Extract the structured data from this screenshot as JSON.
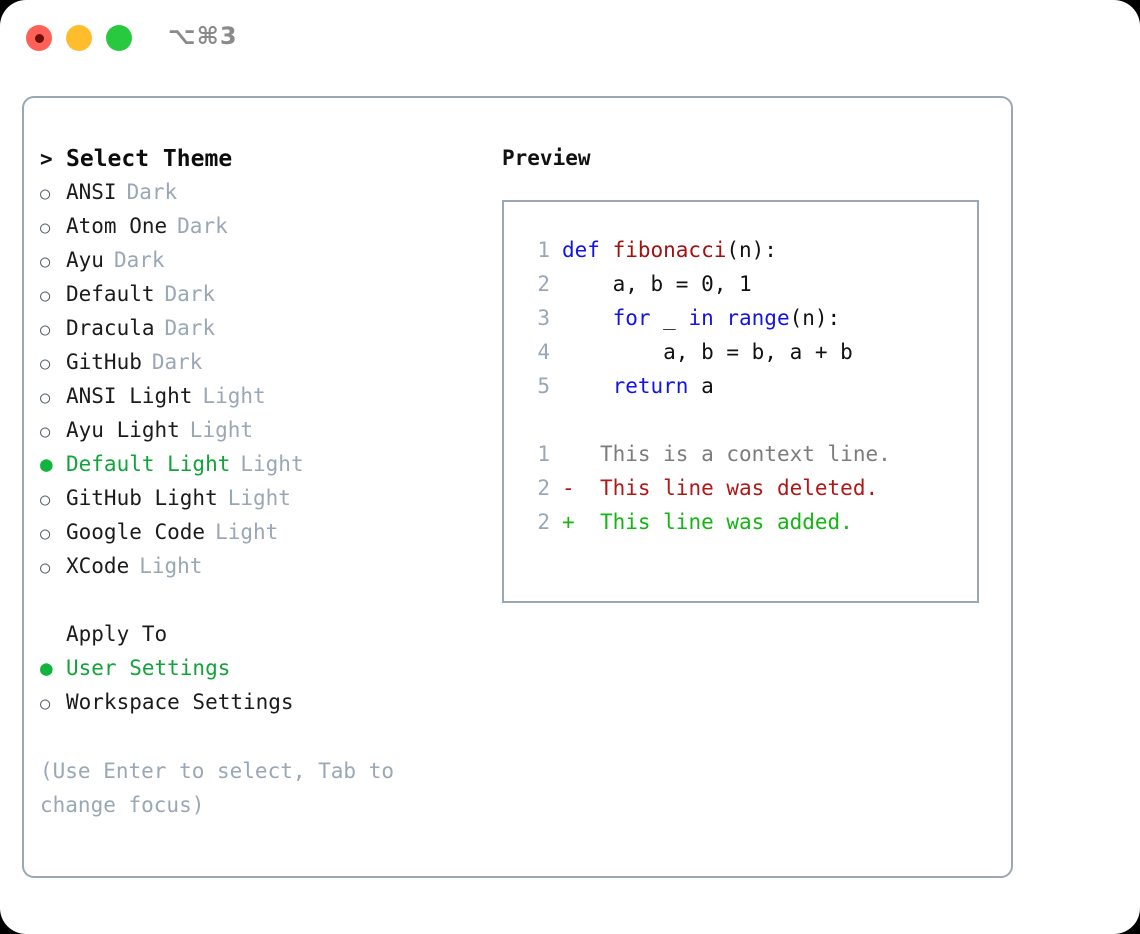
{
  "titlebar": {
    "shortcut": "⌥⌘3",
    "buttons": [
      {
        "name": "close",
        "color": "#ff6058"
      },
      {
        "name": "minimize",
        "color": "#ffbd2e"
      },
      {
        "name": "maximize",
        "color": "#28c93f"
      }
    ]
  },
  "theme_picker": {
    "header": {
      "marker": ">",
      "label": "Select Theme"
    },
    "items": [
      {
        "marker": "○",
        "label": "ANSI",
        "badge": "Dark",
        "selected": false
      },
      {
        "marker": "○",
        "label": "Atom One",
        "badge": "Dark",
        "selected": false
      },
      {
        "marker": "○",
        "label": "Ayu",
        "badge": "Dark",
        "selected": false
      },
      {
        "marker": "○",
        "label": "Default",
        "badge": "Dark",
        "selected": false
      },
      {
        "marker": "○",
        "label": "Dracula",
        "badge": "Dark",
        "selected": false
      },
      {
        "marker": "○",
        "label": "GitHub",
        "badge": "Dark",
        "selected": false
      },
      {
        "marker": "○",
        "label": "ANSI Light",
        "badge": "Light",
        "selected": false
      },
      {
        "marker": "○",
        "label": "Ayu Light",
        "badge": "Light",
        "selected": false
      },
      {
        "marker": "●",
        "label": "Default Light",
        "badge": "Light",
        "selected": true
      },
      {
        "marker": "○",
        "label": "GitHub Light",
        "badge": "Light",
        "selected": false
      },
      {
        "marker": "○",
        "label": "Google Code",
        "badge": "Light",
        "selected": false
      },
      {
        "marker": "○",
        "label": "XCode",
        "badge": "Light",
        "selected": false
      }
    ]
  },
  "apply_to": {
    "title": "Apply To",
    "options": [
      {
        "marker": "●",
        "label": "User Settings",
        "selected": true
      },
      {
        "marker": "○",
        "label": "Workspace Settings",
        "selected": false
      }
    ]
  },
  "hint": "(Use Enter to select, Tab to change focus)",
  "preview": {
    "title": "Preview",
    "code_lines": [
      {
        "no": "1",
        "segments": [
          {
            "text": "def ",
            "cls": "tok-kw"
          },
          {
            "text": "fibonacci",
            "cls": "tok-fn"
          },
          {
            "text": "(n):",
            "cls": "tok-plain"
          }
        ]
      },
      {
        "no": "2",
        "segments": [
          {
            "text": "    a, b = 0, 1",
            "cls": "tok-plain"
          }
        ]
      },
      {
        "no": "3",
        "segments": [
          {
            "text": "    ",
            "cls": "tok-plain"
          },
          {
            "text": "for",
            "cls": "tok-kw"
          },
          {
            "text": " _ ",
            "cls": "tok-plain"
          },
          {
            "text": "in range",
            "cls": "tok-kw"
          },
          {
            "text": "(n):",
            "cls": "tok-plain"
          }
        ]
      },
      {
        "no": "4",
        "segments": [
          {
            "text": "        a, b = b, a + b",
            "cls": "tok-plain"
          }
        ]
      },
      {
        "no": "5",
        "segments": [
          {
            "text": "    ",
            "cls": "tok-plain"
          },
          {
            "text": "return",
            "cls": "tok-kw"
          },
          {
            "text": " a",
            "cls": "tok-plain"
          }
        ]
      }
    ],
    "diff_lines": [
      {
        "no": "1",
        "marker": " ",
        "text": "This is a context line.",
        "kind": "diff-ctx"
      },
      {
        "no": "2",
        "marker": "-",
        "text": "This line was deleted.",
        "kind": "diff-del"
      },
      {
        "no": "2",
        "marker": "+",
        "text": "This line was added.",
        "kind": "diff-add"
      }
    ]
  },
  "colors": {
    "accent_green": "#12a33a",
    "muted": "#9aa7b5",
    "keyword_blue": "#1313e8",
    "function_red": "#a31111",
    "diff_add": "#14b514",
    "diff_del": "#b01717"
  }
}
